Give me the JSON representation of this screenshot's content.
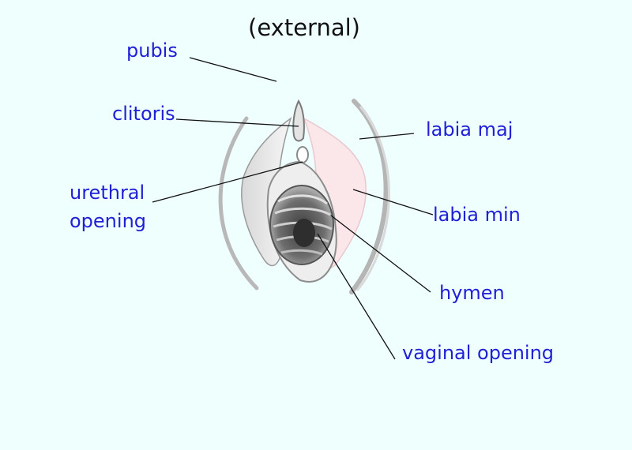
{
  "title": "(external)",
  "labels": {
    "pubis": "pubis",
    "clitoris": "clitoris",
    "urethral": "urethral opening",
    "labia_maj": "labia maj",
    "labia_min": "labia min",
    "hymen": "hymen",
    "vaginal": "vaginal opening"
  },
  "colors": {
    "background": "#effffe",
    "label": "#1f1fd6",
    "title": "#111111",
    "leader": "#111111"
  }
}
